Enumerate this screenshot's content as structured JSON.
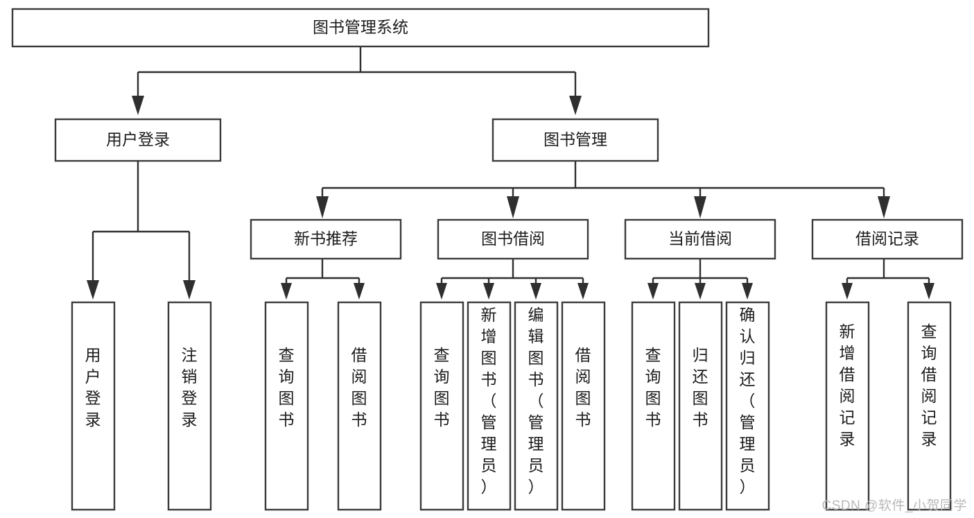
{
  "diagram": {
    "title": "图书管理系统",
    "type": "tree-hierarchy-chart",
    "watermark": "CSDN @软件_小贺同学",
    "nodes": {
      "root": {
        "label": "图书管理系统",
        "level": 0
      },
      "l1_a": {
        "label": "用户登录",
        "level": 1
      },
      "l1_b": {
        "label": "图书管理",
        "level": 1
      },
      "l2_a": {
        "label": "新书推荐",
        "level": 2
      },
      "l2_b": {
        "label": "图书借阅",
        "level": 2
      },
      "l2_c": {
        "label": "当前借阅",
        "level": 2
      },
      "l2_d": {
        "label": "借阅记录",
        "level": 2
      },
      "leaf_1": {
        "label": "用户登录",
        "level": 3,
        "parent": "用户登录"
      },
      "leaf_2": {
        "label": "注销登录",
        "level": 3,
        "parent": "用户登录"
      },
      "leaf_3": {
        "label": "查询图书",
        "level": 3,
        "parent": "新书推荐"
      },
      "leaf_4": {
        "label": "借阅图书",
        "level": 3,
        "parent": "新书推荐"
      },
      "leaf_5": {
        "label": "查询图书",
        "level": 3,
        "parent": "图书借阅"
      },
      "leaf_6": {
        "label": "新增图书（管理员）",
        "level": 3,
        "parent": "图书借阅"
      },
      "leaf_7": {
        "label": "编辑图书（管理员）",
        "level": 3,
        "parent": "图书借阅"
      },
      "leaf_8": {
        "label": "借阅图书",
        "level": 3,
        "parent": "图书借阅"
      },
      "leaf_9": {
        "label": "查询图书",
        "level": 3,
        "parent": "当前借阅"
      },
      "leaf_10": {
        "label": "归还图书",
        "level": 3,
        "parent": "当前借阅"
      },
      "leaf_11": {
        "label": "确认归还（管理员）",
        "level": 3,
        "parent": "当前借阅"
      },
      "leaf_12": {
        "label": "新增借阅记录",
        "level": 3,
        "parent": "借阅记录"
      },
      "leaf_13": {
        "label": "查询借阅记录",
        "level": 3,
        "parent": "借阅记录"
      }
    },
    "colors": {
      "node_fill": "#ffffff",
      "node_stroke": "#3a3a3a",
      "connector": "#2f2f2f",
      "text": "#1b1b1b",
      "background": "#ffffff",
      "watermark": "#b9b9b9"
    }
  }
}
